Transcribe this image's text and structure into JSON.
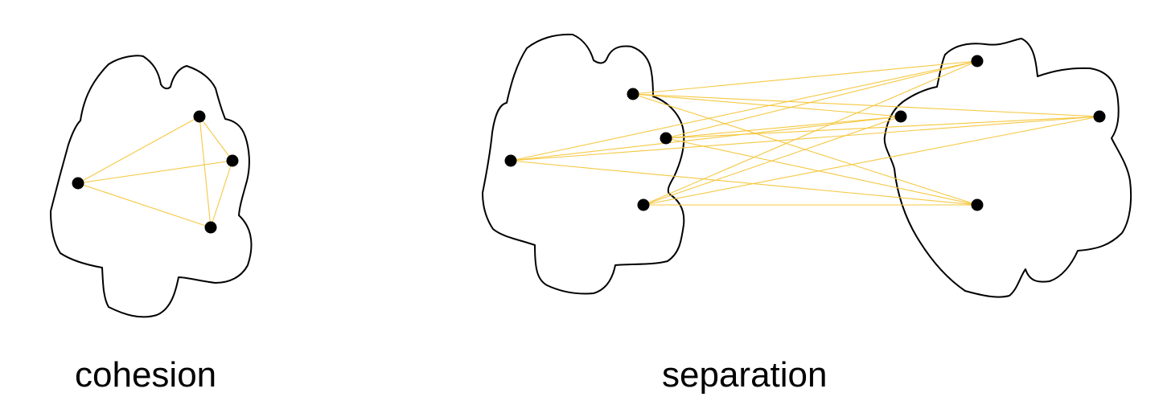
{
  "captions": {
    "left": "cohesion",
    "right": "separation"
  },
  "colors": {
    "outline": "#000000",
    "point": "#000000",
    "link": "#f5c842"
  },
  "clusters": [
    {
      "id": "cohesion-cluster",
      "points": [
        "c1",
        "c2",
        "c3",
        "c4"
      ]
    },
    {
      "id": "separation-cluster-left",
      "points": [
        "sl1",
        "sl2",
        "sl3",
        "sl4"
      ]
    },
    {
      "id": "separation-cluster-right",
      "points": [
        "sr1",
        "sr2",
        "sr3",
        "sr4"
      ]
    }
  ],
  "links": {
    "cohesion": "all pairs within cohesion-cluster",
    "separation": "every point of separation-cluster-left to every point of separation-cluster-right"
  }
}
